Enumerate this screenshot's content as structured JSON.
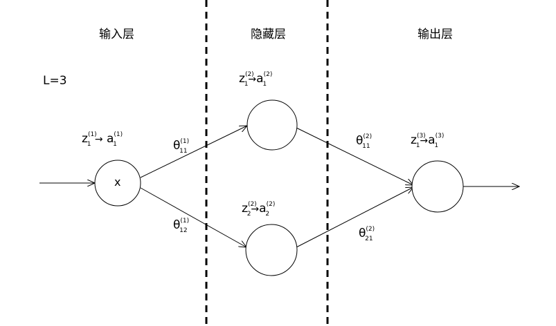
{
  "layers": {
    "input": "输入层",
    "hidden": "隐藏层",
    "output": "输出层"
  },
  "l_label": "L=3",
  "nodes": {
    "input": {
      "text": "x"
    }
  },
  "node_labels": {
    "input": {
      "z": "z",
      "z_sup": "(1)",
      "z_sub": "1",
      "arrow": "→",
      "a": "a",
      "a_sup": "(1)",
      "a_sub": "1"
    },
    "hidden1": {
      "z": "z",
      "z_sup": "(2)",
      "z_sub": "1",
      "arrow": "→",
      "a": "a",
      "a_sup": "(2)",
      "a_sub": "1"
    },
    "hidden2": {
      "z": "z",
      "z_sup": "(2)",
      "z_sub": "2",
      "arrow": "→",
      "a": "a",
      "a_sup": "(2)",
      "a_sub": "2"
    },
    "output": {
      "z": "z",
      "z_sup": "(3)",
      "z_sub": "1",
      "arrow": "→",
      "a": "a",
      "a_sup": "(3)",
      "a_sub": "1"
    }
  },
  "weights": {
    "w11_1": {
      "sym": "θ",
      "sup": "(1)",
      "sub": "11"
    },
    "w12_1": {
      "sym": "θ",
      "sup": "(1)",
      "sub": "12"
    },
    "w11_2": {
      "sym": "θ",
      "sup": "(2)",
      "sub": "11"
    },
    "w21_2": {
      "sym": "θ",
      "sup": "(2)",
      "sub": "21"
    }
  },
  "colors": {
    "ink": "#000000",
    "background": "#ffffff"
  }
}
